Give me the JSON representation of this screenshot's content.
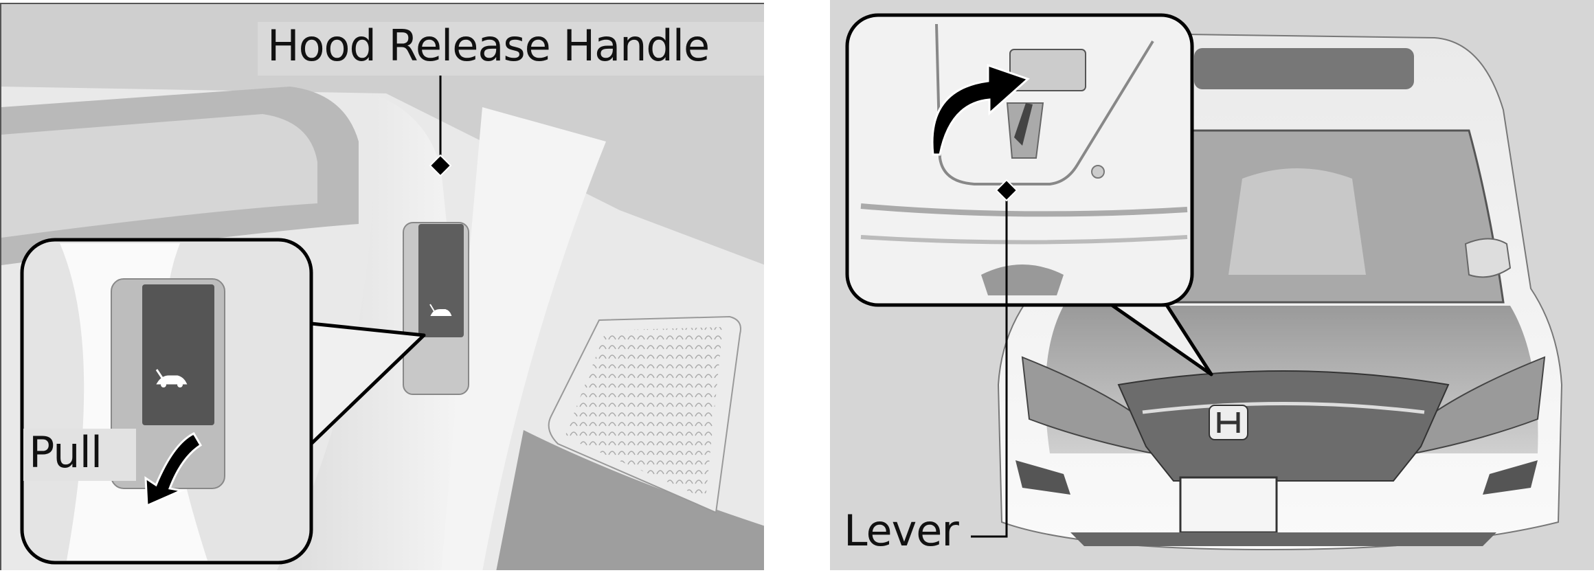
{
  "left_panel": {
    "hood_release_label": "Hood Release Handle",
    "pull_label": "Pull",
    "handle_icon": "hood-open-car-icon"
  },
  "right_panel": {
    "lever_label": "Lever",
    "emblem_icon": "honda-h-logo"
  }
}
